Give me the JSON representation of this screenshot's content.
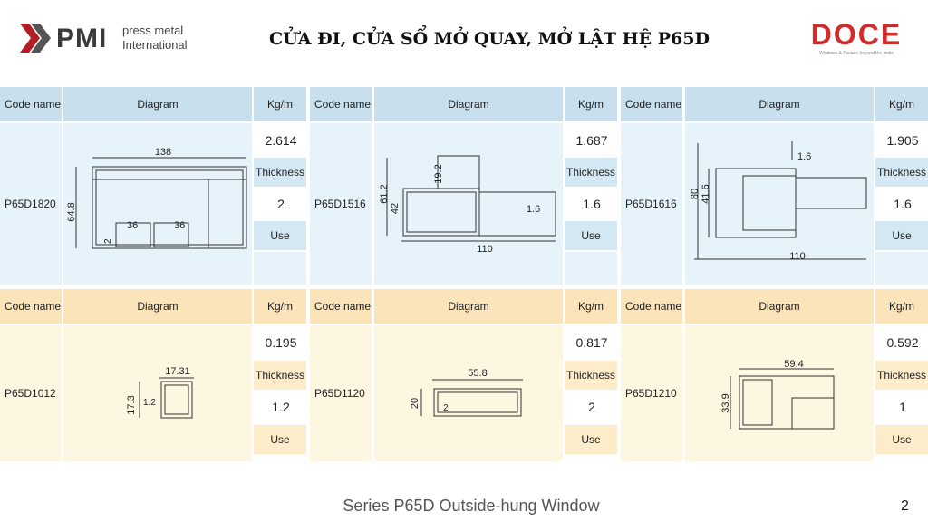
{
  "header": {
    "pmi_brand": "PMI",
    "pmi_line1": "press metal",
    "pmi_line2": "International",
    "title": "CỬA ĐI, CỬA SỔ MỞ QUAY, MỞ LẬT HỆ P65D",
    "doce_brand": "DOCE",
    "doce_tagline": "Windows & Facade beyond the limits"
  },
  "columns": {
    "code": "Code name",
    "diagram": "Diagram",
    "kgm": "Kg/m",
    "thickness": "Thickness",
    "use": "Use"
  },
  "profiles": [
    {
      "code": "P65D1820",
      "kgm": "2.614",
      "thickness": "2",
      "dims": [
        "138",
        "64.8",
        "36",
        "36",
        "2"
      ]
    },
    {
      "code": "P65D1516",
      "kgm": "1.687",
      "thickness": "1.6",
      "dims": [
        "61.2",
        "42",
        "19.2",
        "1.6",
        "110"
      ]
    },
    {
      "code": "P65D1616",
      "kgm": "1.905",
      "thickness": "1.6",
      "dims": [
        "80",
        "41.6",
        "1.6",
        "110"
      ]
    },
    {
      "code": "P65D1012",
      "kgm": "0.195",
      "thickness": "1.2",
      "dims": [
        "17.31",
        "17.3",
        "1.2"
      ]
    },
    {
      "code": "P65D1120",
      "kgm": "0.817",
      "thickness": "2",
      "dims": [
        "55.8",
        "20",
        "2"
      ]
    },
    {
      "code": "P65D1210",
      "kgm": "0.592",
      "thickness": "1",
      "dims": [
        "59.4",
        "33.9"
      ]
    }
  ],
  "colors": {
    "blue_header": "#c8dfee",
    "blue_body": "#e6f3fb",
    "yellow_header": "#fbe3ba",
    "yellow_body": "#fdf6e1",
    "doce_red": "#d42a2a"
  },
  "footer": {
    "caption": "Series P65D Outside-hung Window",
    "page": "2"
  }
}
